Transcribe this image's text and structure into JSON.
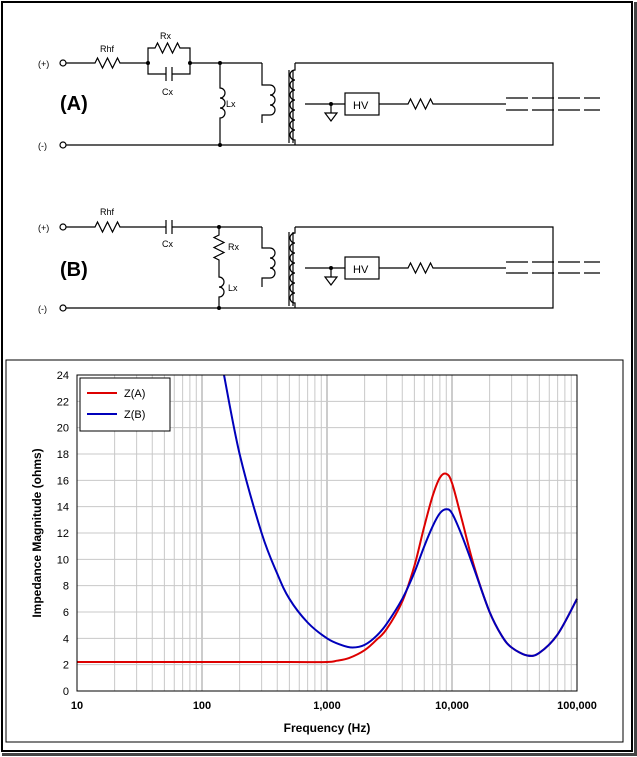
{
  "circuit_a": {
    "label": "(A)",
    "terminal_pos": "(+)",
    "terminal_neg": "(-)",
    "rhf": "Rhf",
    "rx": "Rx",
    "cx": "Cx",
    "lx": "Lx",
    "hv": "HV"
  },
  "circuit_b": {
    "label": "(B)",
    "terminal_pos": "(+)",
    "terminal_neg": "(-)",
    "rhf": "Rhf",
    "cx": "Cx",
    "rx": "Rx",
    "lx": "Lx",
    "hv": "HV"
  },
  "chart_data": {
    "type": "line",
    "xlabel": "Frequency (Hz)",
    "ylabel": "Impedance Magnitude (ohms)",
    "xscale": "log",
    "xlim": [
      10,
      100000
    ],
    "ylim": [
      0,
      24
    ],
    "x_ticks": [
      "10",
      "100",
      "1,000",
      "10,000",
      "100,000"
    ],
    "y_ticks": [
      "0",
      "2",
      "4",
      "6",
      "8",
      "10",
      "12",
      "14",
      "16",
      "18",
      "20",
      "22",
      "24"
    ],
    "grid": true,
    "legend_position": "top-left",
    "colors": {
      "za": "#dd0000",
      "zb": "#0000bb"
    },
    "series": [
      {
        "name": "Z(A)",
        "x": [
          10,
          100,
          500,
          1000,
          1200,
          1500,
          2000,
          2500,
          3000,
          4000,
          5000,
          6000,
          7000,
          8000,
          9000,
          10000,
          12000,
          15000,
          20000,
          25000,
          30000,
          40000,
          50000,
          70000,
          100000
        ],
        "y": [
          2.2,
          2.2,
          2.2,
          2.2,
          2.3,
          2.5,
          3.1,
          3.9,
          4.7,
          6.8,
          9.5,
          12.5,
          14.8,
          16.2,
          16.5,
          15.8,
          13.0,
          9.5,
          6.0,
          4.2,
          3.3,
          2.7,
          2.9,
          4.3,
          7.0
        ]
      },
      {
        "name": "Z(B)",
        "x": [
          150,
          200,
          300,
          400,
          500,
          700,
          1000,
          1300,
          1600,
          2000,
          2500,
          3000,
          4000,
          5000,
          6000,
          7000,
          8000,
          9000,
          10000,
          12000,
          15000,
          20000,
          25000,
          30000,
          40000,
          50000,
          70000,
          100000
        ],
        "y": [
          24,
          18.0,
          12.0,
          8.9,
          7.0,
          5.2,
          4.0,
          3.5,
          3.3,
          3.5,
          4.2,
          5.1,
          7.0,
          9.0,
          11.0,
          12.5,
          13.5,
          13.8,
          13.5,
          11.8,
          9.3,
          6.0,
          4.2,
          3.3,
          2.7,
          2.9,
          4.3,
          7.0
        ]
      }
    ]
  }
}
